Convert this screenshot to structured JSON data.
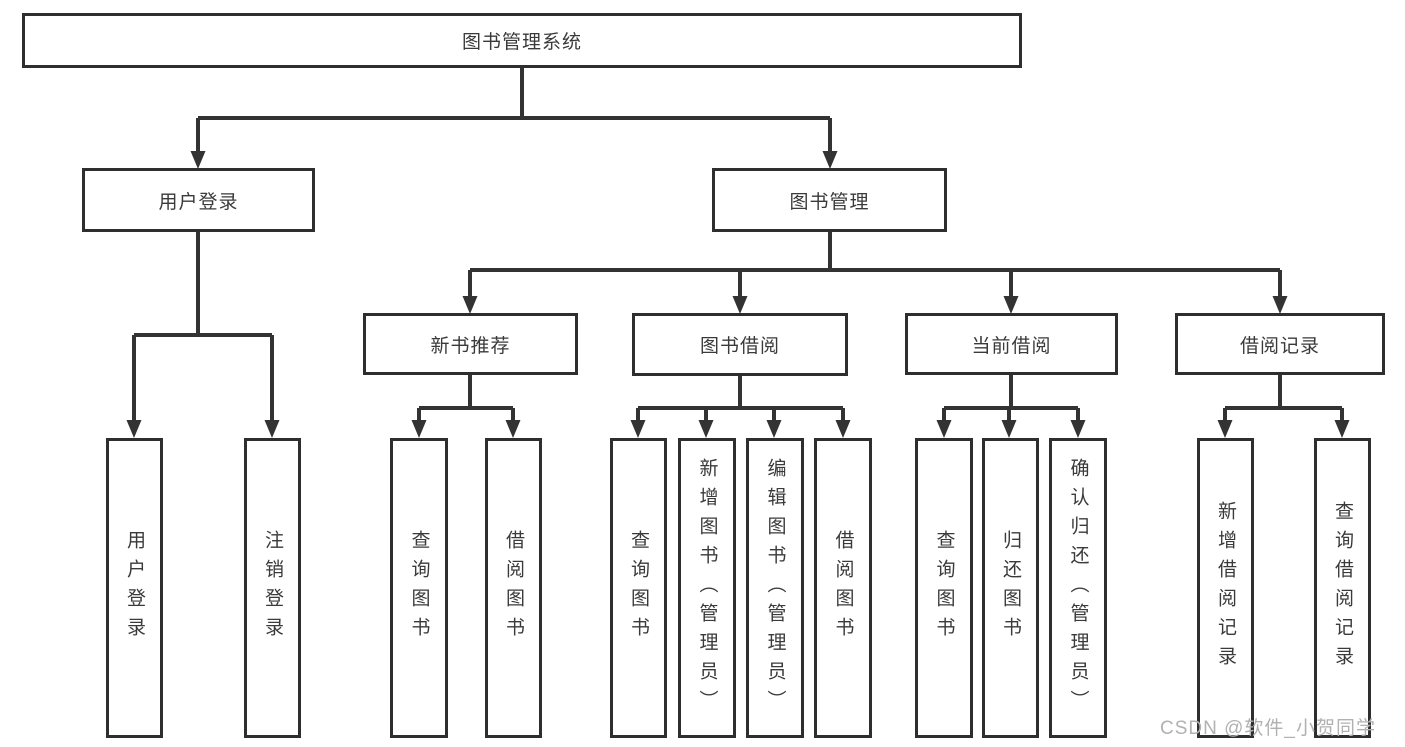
{
  "tree": {
    "root": {
      "label": "图书管理系统",
      "children": [
        {
          "label": "用户登录",
          "children": [
            {
              "label": "用户登录"
            },
            {
              "label": "注销登录"
            }
          ]
        },
        {
          "label": "图书管理",
          "children": [
            {
              "label": "新书推荐",
              "children": [
                {
                  "label": "查询图书"
                },
                {
                  "label": "借阅图书"
                }
              ]
            },
            {
              "label": "图书借阅",
              "children": [
                {
                  "label": "查询图书"
                },
                {
                  "label": "新增图书（管理员）"
                },
                {
                  "label": "编辑图书（管理员）"
                },
                {
                  "label": "借阅图书"
                }
              ]
            },
            {
              "label": "当前借阅",
              "children": [
                {
                  "label": "查询图书"
                },
                {
                  "label": "归还图书"
                },
                {
                  "label": "确认归还（管理员）"
                }
              ]
            },
            {
              "label": "借阅记录",
              "children": [
                {
                  "label": "新增借阅记录"
                },
                {
                  "label": "查询借阅记录"
                }
              ]
            }
          ]
        }
      ]
    }
  },
  "watermark": {
    "text": "CSDN @软件_小贺同学"
  },
  "colors": {
    "line": "#333333",
    "box_border": "#2e2e2e",
    "text": "#3a3a3a",
    "background": "#ffffff",
    "watermark_text": "#b1b1b1"
  }
}
